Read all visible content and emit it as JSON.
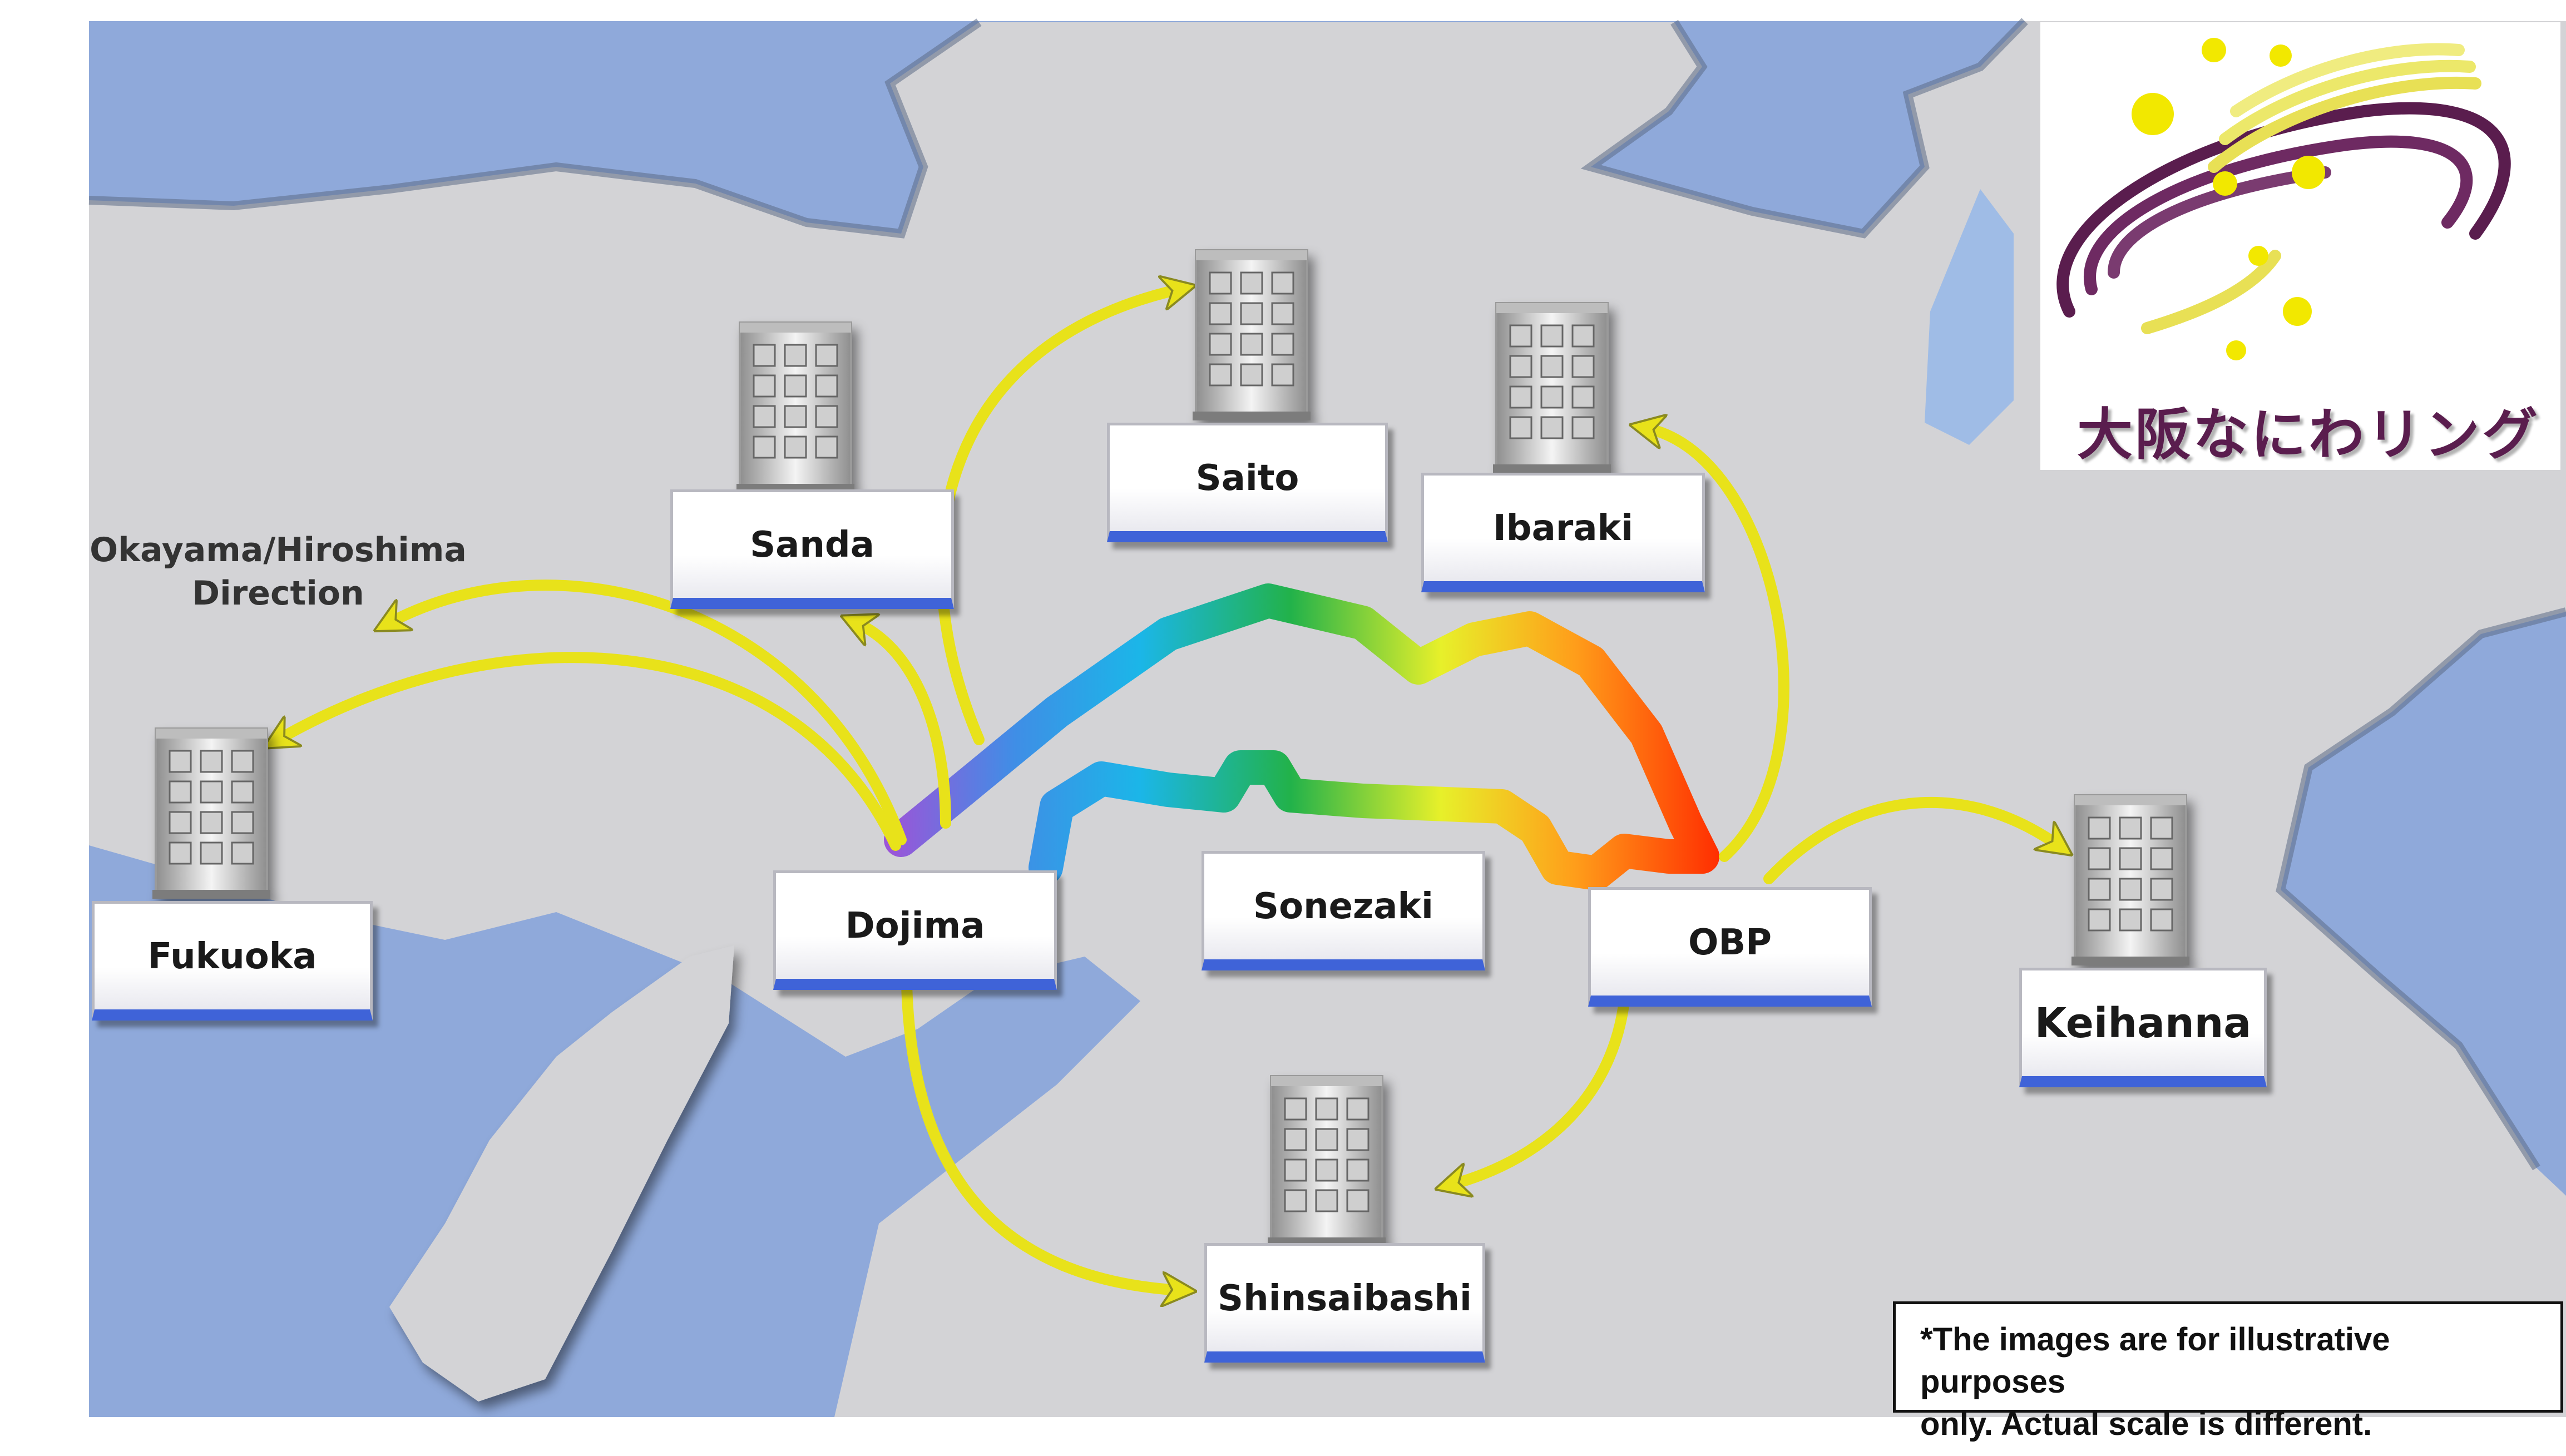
{
  "locations": [
    {
      "id": "fukuoka",
      "label": "Fukuoka"
    },
    {
      "id": "sanda",
      "label": "Sanda"
    },
    {
      "id": "saito",
      "label": "Saito"
    },
    {
      "id": "ibaraki",
      "label": "Ibaraki"
    },
    {
      "id": "dojima",
      "label": "Dojima"
    },
    {
      "id": "sonezaki",
      "label": "Sonezaki"
    },
    {
      "id": "obp",
      "label": "OBP"
    },
    {
      "id": "keihanna",
      "label": "Keihanna"
    },
    {
      "id": "shinsaibashi",
      "label": "Shinsaibashi"
    }
  ],
  "direction": {
    "line1": "Okayama/Hiroshima",
    "line2": "Direction"
  },
  "note": {
    "line1": "*The images are for illustrative purposes",
    "line2": "only. Actual scale is different."
  },
  "logo": {
    "text": "大阪なにわリング"
  },
  "colors": {
    "sea": "#8fa9da",
    "land": "#d3d3d6",
    "arrow": "#e8e21a",
    "label_bar": "#3f63d8",
    "logo_text": "#5a1d4e"
  },
  "icons": {
    "building": "building-icon",
    "arrow": "curved-arrow",
    "ring": "rainbow-ring-route"
  }
}
